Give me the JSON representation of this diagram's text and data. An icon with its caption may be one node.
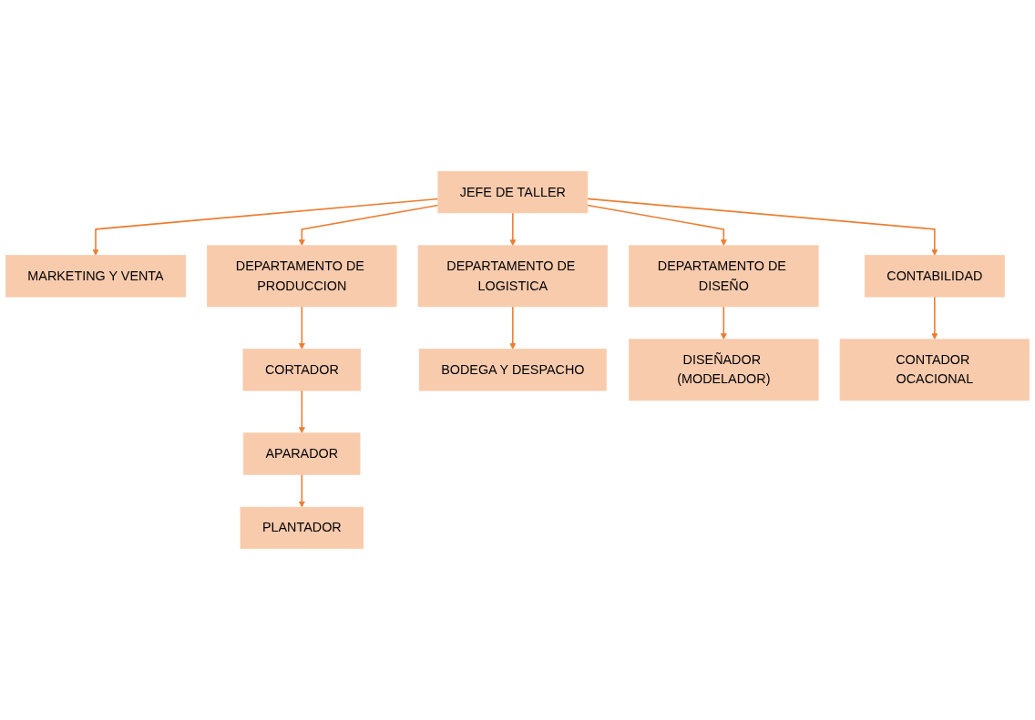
{
  "diagram": {
    "nodes": [
      {
        "text": [
          "JEFE DE TALLER"
        ]
      },
      {
        "text": [
          "MARKETING Y VENTA"
        ]
      },
      {
        "text": [
          "DEPARTAMENTO DE PRODUCCION"
        ]
      },
      {
        "text": [
          "DEPARTAMENTO DE LOGISTICA"
        ]
      },
      {
        "text": [
          "DEPARTAMENTO DE DISEÑO"
        ]
      },
      {
        "text": [
          "CONTABILIDAD"
        ]
      },
      {
        "text": [
          "CORTADOR"
        ]
      },
      {
        "text": [
          "BODEGA Y DESPACHO"
        ]
      },
      {
        "text": [
          "DISEÑADOR (MODELADOR)"
        ]
      },
      {
        "text": [
          "CONTADOR OCACIONAL"
        ]
      },
      {
        "text": [
          "APARADOR"
        ]
      },
      {
        "text": [
          "PLANTADOR"
        ]
      }
    ],
    "edges": [
      {
        "from": 0,
        "to": 1,
        "arrow": "to"
      },
      {
        "from": 0,
        "to": 2,
        "arrow": "to"
      },
      {
        "from": 0,
        "to": 3,
        "arrow": "to"
      },
      {
        "from": 0,
        "to": 4,
        "arrow": "to"
      },
      {
        "from": 0,
        "to": 5,
        "arrow": "to"
      },
      {
        "from": 2,
        "to": 6,
        "arrow": "to"
      },
      {
        "from": 3,
        "to": 7,
        "arrow": "to"
      },
      {
        "from": 4,
        "to": 8,
        "arrow": "to"
      },
      {
        "from": 5,
        "to": 9,
        "arrow": "to"
      },
      {
        "from": 6,
        "to": 10,
        "arrow": "to"
      },
      {
        "from": 10,
        "to": 11,
        "arrow": "to"
      }
    ]
  }
}
